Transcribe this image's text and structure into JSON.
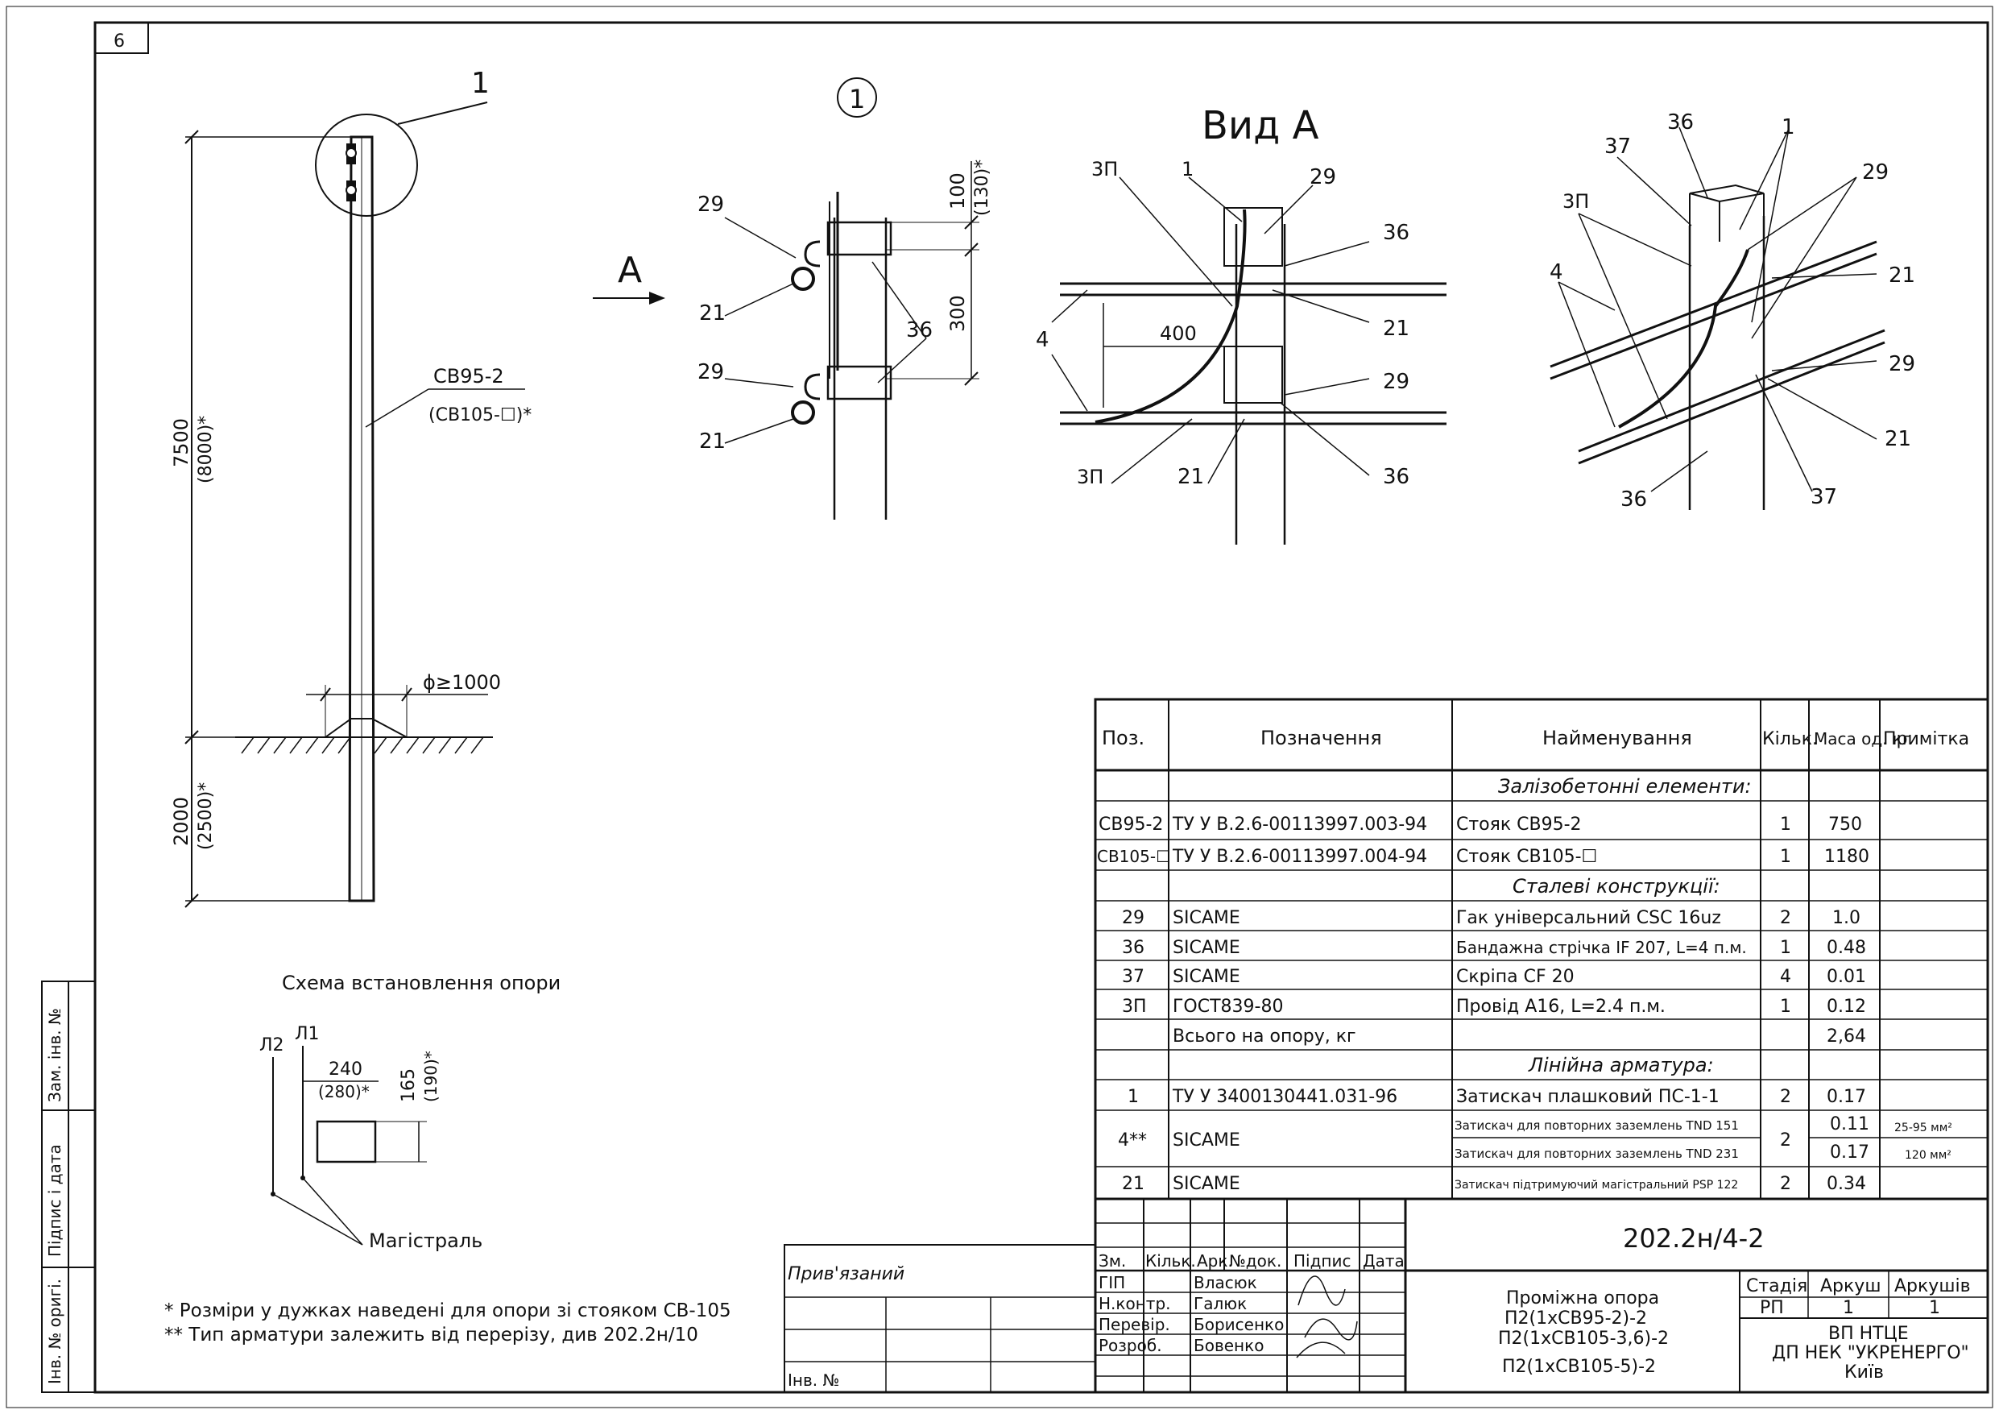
{
  "sheet": {
    "number": "6",
    "drawing_code": "202.2н/4-2",
    "title_lines": [
      "Проміжна опора",
      "П2(1хСВ95-2)-2",
      "П2(1хСВ105-3,6)-2",
      "П2(1хСВ105-5)-2"
    ],
    "organization_lines": [
      "ВП НТЦЕ",
      "ДП НЕК \"УКРЕНЕРГО\"",
      "Київ"
    ],
    "stage_header": "Стадія",
    "sheet_header": "Аркуш",
    "sheets_header": "Аркушів",
    "stage": "РП",
    "sheet_no": "1",
    "sheets_total": "1",
    "attached_label": "Прив'язаний",
    "inv_label": "Інв. №",
    "side_labels": [
      "Зам. інв. №",
      "Підпис і дата",
      "Інв. № оригі."
    ],
    "stamp_headers": [
      "Зм.",
      "Кільк.",
      "Арк.",
      "№док.",
      "Підпис",
      "Дата"
    ],
    "signatures": [
      {
        "role": "ГІП",
        "name": "Власюк"
      },
      {
        "role": "Н.контр.",
        "name": "Галюк"
      },
      {
        "role": "Перевір.",
        "name": "Борисенко"
      },
      {
        "role": "Розроб.",
        "name": "Бовенко"
      }
    ]
  },
  "pole_view": {
    "callout": "1",
    "height_main": "7500",
    "height_alt": "(8000)*",
    "depth_main": "2000",
    "depth_alt": "(2500)*",
    "pole_label": "СВ95-2",
    "pole_label_alt": "(СВ105-☐)*",
    "diameter": "ϕ≥1000"
  },
  "detail_view": {
    "title": "1",
    "arrow_label": "А",
    "dim_top": "100",
    "dim_top_alt": "(130)*",
    "dim_mid": "300",
    "labels": [
      "29",
      "21",
      "29",
      "21",
      "36"
    ]
  },
  "view_a": {
    "title": "Вид А",
    "labels": [
      "3П",
      "1",
      "29",
      "36",
      "21",
      "29",
      "36",
      "4",
      "400",
      "3П",
      "21"
    ]
  },
  "iso_view": {
    "labels": [
      "36",
      "1",
      "37",
      "3П",
      "29",
      "4",
      "21",
      "29",
      "21",
      "36",
      "37"
    ]
  },
  "scheme": {
    "title": "Схема встановлення опори",
    "l1": "Л1",
    "l2": "Л2",
    "dim_w": "240",
    "dim_w_alt": "(280)*",
    "dim_h": "165",
    "dim_h_alt": "(190)*",
    "trunk_label": "Магістраль"
  },
  "notes": [
    "* Розміри у дужках наведені для опори зі стояком СВ-105",
    "** Тип арматури залежить від перерізу, див 202.2н/10"
  ],
  "spec_table": {
    "headers": [
      "Поз.",
      "Позначення",
      "Найменування",
      "Кільк.",
      "Маса од. кг",
      "Примітка"
    ],
    "rows": [
      {
        "type": "section",
        "name": "Залізобетонні елементи:"
      },
      {
        "pos": "СВ95-2",
        "code": "ТУ У В.2.6-00113997.003-94",
        "name": "Стояк СВ95-2",
        "qty": "1",
        "mass": "750",
        "note": ""
      },
      {
        "pos": "СВ105-☐",
        "code": "ТУ У В.2.6-00113997.004-94",
        "name": "Стояк СВ105-☐",
        "qty": "1",
        "mass": "1180",
        "note": ""
      },
      {
        "type": "section",
        "name": "Сталеві конструкції:"
      },
      {
        "pos": "29",
        "code": "SICAME",
        "name": "Гак універсальний CSC 16uz",
        "qty": "2",
        "mass": "1.0",
        "note": ""
      },
      {
        "pos": "36",
        "code": "SICAME",
        "name": "Бандажна стрічка IF 207, L=4 п.м.",
        "qty": "1",
        "mass": "0.48",
        "note": ""
      },
      {
        "pos": "37",
        "code": "SICAME",
        "name": "Скріпа CF 20",
        "qty": "4",
        "mass": "0.01",
        "note": ""
      },
      {
        "pos": "3П",
        "code": "ГОСТ839-80",
        "name": "Провід А16, L=2.4 п.м.",
        "qty": "1",
        "mass": "0.12",
        "note": ""
      },
      {
        "pos": "",
        "code": "Всього на опору, кг",
        "name": "",
        "qty": "",
        "mass": "2,64",
        "note": ""
      },
      {
        "type": "section",
        "name": "Лінійна арматура:"
      },
      {
        "pos": "1",
        "code": "ТУ У 3400130441.031-96",
        "name": "Затискач плашковий ПС-1-1",
        "qty": "2",
        "mass": "0.17",
        "note": ""
      },
      {
        "pos": "4**",
        "code": "SICAME",
        "name": "Затискач для повторних заземлень TND 151",
        "qty": "2",
        "mass": "0.11",
        "note": "25-95 мм²",
        "name2": "Затискач для повторних заземлень TND 231",
        "mass2": "0.17",
        "note2": "120 мм²"
      },
      {
        "pos": "21",
        "code": "SICAME",
        "name": "Затискач підтримуючий магістральний PSP 122",
        "qty": "2",
        "mass": "0.34",
        "note": ""
      }
    ]
  }
}
